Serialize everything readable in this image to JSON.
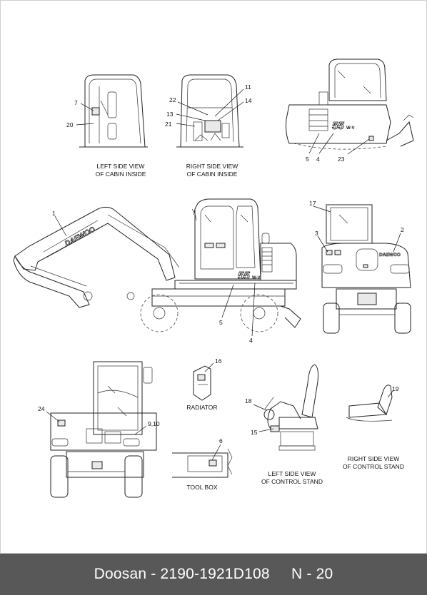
{
  "footer": {
    "brand": "Doosan",
    "part_number": "2190-1921D108",
    "page": "N - 20"
  },
  "captions": {
    "left_cabin": [
      "LEFT SIDE VIEW",
      "OF CABIN INSIDE"
    ],
    "right_cabin": [
      "RIGHT SIDE VIEW",
      "OF CABIN INSIDE"
    ],
    "radiator": "RADIATOR",
    "tool_box": "TOOL BOX",
    "left_stand": [
      "LEFT SIDE VIEW",
      "OF CONTROL STAND"
    ],
    "right_stand": [
      "RIGHT SIDE VIEW",
      "OF CONTROL STAND"
    ]
  },
  "brand_marks": {
    "boom_logo": "DAEWOO",
    "rear_logo": "DAEWOO",
    "model": "55",
    "model_suffix": "W-V"
  },
  "callouts": {
    "c7": "7",
    "c20": "20",
    "c22": "22",
    "c11": "11",
    "c13": "13",
    "c14": "14",
    "c21": "21",
    "c5a": "5",
    "c4a": "4",
    "c23": "23",
    "c1": "1",
    "c5b": "5",
    "c4b": "4",
    "c17": "17",
    "c3": "3",
    "c2": "2",
    "c16": "16",
    "c24": "24",
    "c910": "9,10",
    "c6": "6",
    "c18": "18",
    "c15": "15",
    "c19": "19"
  }
}
